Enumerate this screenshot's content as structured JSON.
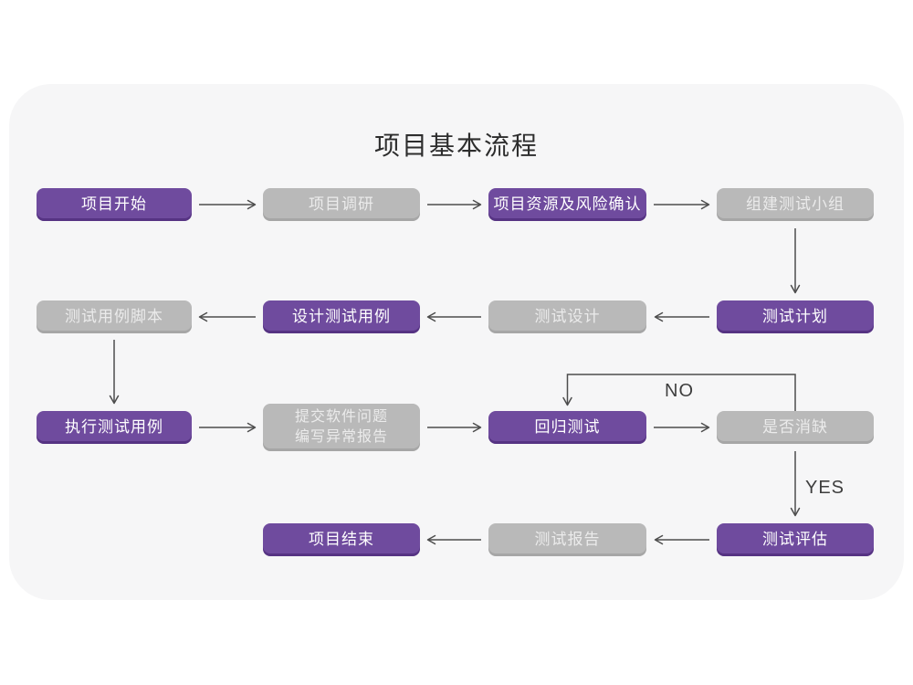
{
  "title": "项目基本流程",
  "decision_labels": {
    "no": "NO",
    "yes": "YES"
  },
  "colors": {
    "page_bg": "#FFFFFF",
    "card_bg": "#F6F6F7",
    "primary_purple": "#6F4B9E",
    "inactive_gray": "#B9B9B9",
    "node_text_on_purple": "#FFFFFF",
    "node_text_on_gray": "#EBEBEB",
    "arrow": "#4D4D4D",
    "title_text": "#2D2D2D"
  },
  "flow": {
    "nodes": [
      {
        "label": "项目开始",
        "variant": "purple"
      },
      {
        "label": "项目调研",
        "variant": "gray"
      },
      {
        "label": "项目资源及风险确认",
        "variant": "purple"
      },
      {
        "label": "组建测试小组",
        "variant": "gray"
      },
      {
        "label": "测试用例脚本",
        "variant": "gray"
      },
      {
        "label": "设计测试用例",
        "variant": "purple"
      },
      {
        "label": "测试设计",
        "variant": "gray"
      },
      {
        "label": "测试计划",
        "variant": "purple"
      },
      {
        "label": "执行测试用例",
        "variant": "purple"
      },
      {
        "label": "提交软件问题\n编写异常报告",
        "variant": "gray"
      },
      {
        "label": "回归测试",
        "variant": "purple"
      },
      {
        "label": "是否消缺",
        "variant": "gray"
      },
      {
        "label": "项目结束",
        "variant": "purple"
      },
      {
        "label": "测试报告",
        "variant": "gray"
      },
      {
        "label": "测试评估",
        "variant": "purple"
      }
    ]
  }
}
